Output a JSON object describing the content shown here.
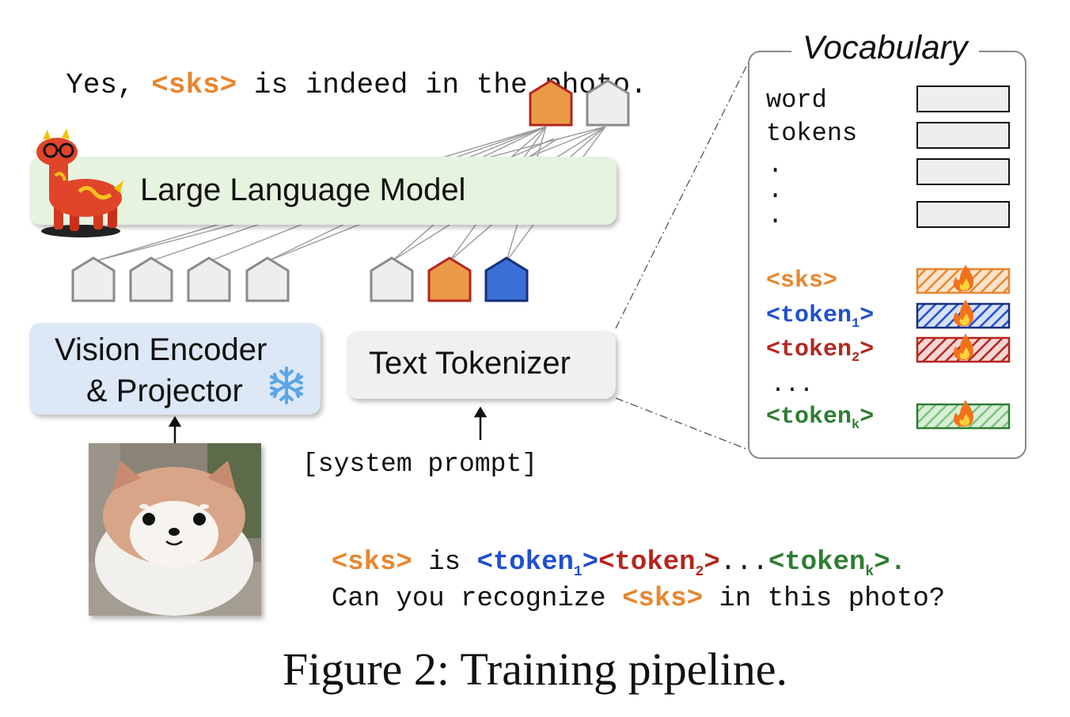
{
  "output_sentence": {
    "prefix": "Yes, ",
    "sks": "<sks>",
    "suffix": " is indeed in the photo."
  },
  "llm": {
    "label": "Large Language Model"
  },
  "vision": {
    "line1": "Vision Encoder",
    "line2": "& Projector"
  },
  "tokenizer": {
    "label": "Text Tokenizer"
  },
  "system_prompt": "[system prompt]",
  "prompt": {
    "line1": {
      "sks": "<sks>",
      "is": " is ",
      "tok1_open": "<token",
      "tok1_sub": "1",
      "tok1_close": ">",
      "tok2_open": "<token",
      "tok2_sub": "2",
      "tok2_close": ">",
      "dots": "...",
      "tokk_open": "<token",
      "tokk_sub": "k",
      "tokk_close": ">",
      "end": "."
    },
    "line2": {
      "prefix": "Can you recognize ",
      "sks": "<sks>",
      "suffix": " in this photo?"
    }
  },
  "vocabulary": {
    "title": "Vocabulary",
    "word_label_1": "word",
    "word_label_2": "tokens",
    "dot": ".",
    "ellipsis": "...",
    "special": [
      {
        "open": "<sks>",
        "sub": "",
        "close": ""
      },
      {
        "open": "<token",
        "sub": "1",
        "close": ">"
      },
      {
        "open": "<token",
        "sub": "2",
        "close": ">"
      },
      {
        "open": "<token",
        "sub": "k",
        "close": ">"
      }
    ]
  },
  "caption": "Figure 2: Training pipeline.",
  "colors": {
    "sks": "#e8862f",
    "token1": "#1f4fcf",
    "token2": "#b3261e",
    "tokenk": "#2e7d32",
    "llm_bg": "#e6f3df",
    "vision_bg": "#dce8f6",
    "tokenizer_bg": "#f0f0f0",
    "grey_token": "#eeeeee",
    "orange_token": "#eb9a48",
    "blue_token": "#3a6fd8"
  },
  "icons": {
    "llm_mascot": "red-llama-with-glasses-icon",
    "frozen": "snowflake-icon",
    "trainable": "fire-icon"
  },
  "photo": {
    "subject": "shiba-inu-plush-photo"
  }
}
